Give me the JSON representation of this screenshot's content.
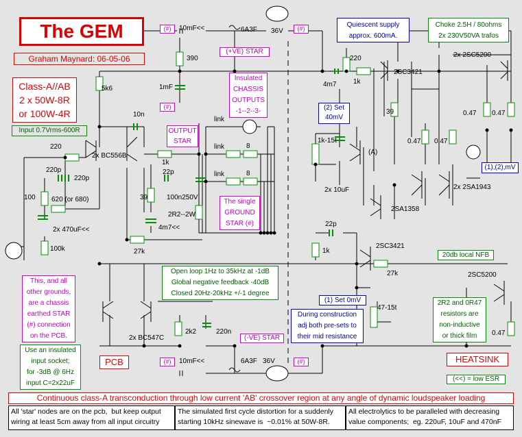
{
  "title": "The GEM",
  "author": "Graham Maynard: 06-05-06",
  "class_box": "Class-A//AB\n2 x 50W-8R\nor 100W-4R",
  "input_box": "Input 0.7Vrms-600R",
  "quiescent_box": "Quiescent supply\napprox. 600mA.",
  "choke_box": "Choke 2.5H / 80ohms\n2x 230V50VA trafos",
  "insulated_box": "Insulated\nCHASSIS\nOUTPUTS\n-1--2--3-",
  "output_star": "OUTPUT\nSTAR",
  "single_ground": "The single\nGROUND\nSTAR (#)",
  "set40_box": "(2) Set\n40mV",
  "set0_box": "(1) Set 0mV",
  "meter_box": "(1),(2),mV",
  "open_loop_box": "Open loop 1Hz to 35kHz at -1dB\nGlobal negative feedback -40dB\nClosed 20Hz-20kHz +/-1 degree",
  "local_nfb": "20db local NFB",
  "construction_box": "During construction\nadj both pre-sets to\ntheir mid resistance",
  "chassis_note": "This, and all\nother grounds,\nare a chassis\nearthed STAR\n(#) connection\non the PCB.",
  "socket_note": "Use an insulated\ninput socket;\nfor -3dB @ 6Hz\ninput C=2x22uF",
  "resistors_note": "2R2 and 0R47\nresistors are\nnon-inductive\nor thick film",
  "pcb": "PCB",
  "heatsink": "HEATSINK",
  "low_esr": "(<<) = low ESR",
  "pos_star": "(+VE) STAR",
  "neg_star": "(-VE) STAR",
  "banner": "Continuous class-A transconduction through low current 'AB' crossover region at any angle of dynamic loudspeaker loading",
  "footer": [
    "All 'star' nodes are on the pcb,  but keep output\nwiring at least 5cm away from all input circuitry",
    "The simulated first cycle distortion for a suddenly\nstarting 10kHz sinewave is  ~0.01% at 50W-8R.",
    "All electrolytics to be paralleled with decreasing\nvalue components;  eg. 220uF, 10uF and 470nF"
  ],
  "labels": {
    "cap_top": "10mF<<",
    "fuse_top": "6A3F",
    "v36_top": "36V",
    "star_tl": "(#)",
    "star_tr": "(#)",
    "r390": "390",
    "c1mf": "1mF",
    "star_1mf": "(#)",
    "r5k6": "5k6",
    "c10n": "10n",
    "bc556": "2x BC556B",
    "r220a": "220",
    "c220pa": "220p",
    "c220pb": "220p",
    "r100": "100",
    "r620": "620 (or 680)",
    "c470": "2x 470uF<<",
    "r100k": "100k",
    "r1ka": "1k",
    "c22pa": "22p",
    "r39a": "39",
    "c100n": "100n250V",
    "r2r2": "2R2--2W",
    "c4m7a": "4m7<<",
    "r27ka": "27k",
    "link1": "link",
    "link2": "link",
    "link3": "link",
    "r8a": "8",
    "r8b": "8",
    "r220b": "220",
    "c4m7b": "4m7",
    "r1kb": "1k",
    "q2sc3421a": "2SC3421",
    "q2sc5200a": "2x 2SC5200",
    "r047a": "0.47",
    "r047b": "0.47",
    "r39b": "39",
    "r047c": "0.47",
    "r047d": "0.47",
    "pot1k": "1k-15t",
    "a_label": "(A)",
    "c10uf": "2x 10uF",
    "q2sa1943": "2x 2SA1943",
    "q2sa1358": "2SA1358",
    "c22pb": "22p",
    "r1kc": "1k",
    "q2sc3421b": "2SC3421",
    "r27kb": "27k",
    "q2sc5200b": "2SC5200",
    "pot47": "47-15t",
    "bc547": "2x BC547C",
    "r2k2": "2k2",
    "c220n": "220n",
    "r047e": "0.47",
    "cap_bot": "10mF<<",
    "fuse_bot": "6A3F",
    "v36_bot": "36V",
    "star_bl": "(#)",
    "star_br": "(#)"
  },
  "colors": {
    "wire": "#000000",
    "resistor": "#00a000",
    "cap": "#009000",
    "red": "#dd0000",
    "blue": "#0000c0",
    "magenta": "#d000d0",
    "bg": "#e4e4e4"
  }
}
